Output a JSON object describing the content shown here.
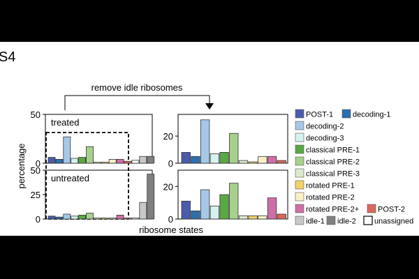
{
  "figure_label": "S4",
  "arrow_label": "remove idle ribosomes",
  "ylabel": "percentage",
  "xlabel": "ribosome states",
  "colors": {
    "POST-1": "#4a5cab",
    "decoding-1": "#2e6fad",
    "decoding-2": "#a6c8e8",
    "decoding-3": "#d4f2ee",
    "classical PRE-1": "#5aa844",
    "classical PRE-2": "#a6d08c",
    "classical PRE-3": "#dcebcd",
    "rotated PRE-1": "#f2d26a",
    "rotated PRE-2": "#fbf0c4",
    "rotated PRE-2+": "#cf6fa8",
    "POST-2": "#d9685a",
    "idle-1": "#c8c8c8",
    "idle-2": "#808080",
    "unassigned": "#ffffff"
  },
  "legend": [
    {
      "label": "POST-1",
      "key": "POST-1"
    },
    {
      "label": "decoding-1",
      "key": "decoding-1"
    },
    {
      "label": "decoding-2",
      "key": "decoding-2"
    },
    {
      "label": "decoding-3",
      "key": "decoding-3"
    },
    {
      "label": "classical PRE-1",
      "key": "classical PRE-1"
    },
    {
      "label": "classical PRE-2",
      "key": "classical PRE-2"
    },
    {
      "label": "classical PRE-3",
      "key": "classical PRE-3"
    },
    {
      "label": "rotated PRE-1",
      "key": "rotated PRE-1"
    },
    {
      "label": "rotated PRE-2",
      "key": "rotated PRE-2"
    },
    {
      "label": "rotated PRE-2+",
      "key": "rotated PRE-2+"
    },
    {
      "label": "POST-2",
      "key": "POST-2"
    },
    {
      "label": "idle-1",
      "key": "idle-1"
    },
    {
      "label": "idle-2",
      "key": "idle-2"
    },
    {
      "label": "unassigned",
      "key": "unassigned"
    }
  ],
  "chart_data": [
    {
      "type": "bar",
      "panel": "left-top",
      "label": "treated",
      "categories": [
        "POST-1",
        "decoding-1",
        "decoding-2",
        "decoding-3",
        "classical PRE-1",
        "classical PRE-2",
        "classical PRE-3",
        "rotated PRE-1",
        "rotated PRE-2",
        "rotated PRE-2+",
        "POST-2",
        "unassigned",
        "idle-1",
        "idle-2"
      ],
      "values": [
        6,
        4,
        27,
        5,
        6,
        17,
        1,
        1,
        4,
        4,
        2,
        3,
        7,
        7
      ],
      "ylim": [
        0,
        50
      ],
      "yticks": [
        "0",
        "50"
      ]
    },
    {
      "type": "bar",
      "panel": "left-bottom",
      "label": "untreated",
      "categories": [
        "POST-1",
        "decoding-1",
        "decoding-2",
        "decoding-3",
        "classical PRE-1",
        "classical PRE-2",
        "classical PRE-3",
        "rotated PRE-1",
        "rotated PRE-2",
        "rotated PRE-2+",
        "POST-2",
        "unassigned",
        "idle-1",
        "idle-2"
      ],
      "values": [
        3,
        2,
        5,
        3,
        4,
        6,
        1,
        1,
        1,
        4,
        1,
        1,
        17,
        46
      ],
      "ylim": [
        0,
        50
      ],
      "yticks": [
        "0",
        "25",
        "50"
      ]
    },
    {
      "type": "bar",
      "panel": "right-top",
      "categories": [
        "POST-1",
        "decoding-1",
        "decoding-2",
        "decoding-3",
        "classical PRE-1",
        "classical PRE-2",
        "classical PRE-3",
        "rotated PRE-1",
        "rotated PRE-2",
        "rotated PRE-2+",
        "POST-2"
      ],
      "values": [
        8,
        5,
        32,
        7,
        8,
        22,
        2,
        1,
        5,
        5,
        2
      ],
      "ylim": [
        0,
        36
      ],
      "yticks": [
        "0",
        "20"
      ]
    },
    {
      "type": "bar",
      "panel": "right-bottom",
      "categories": [
        "POST-1",
        "decoding-1",
        "decoding-2",
        "decoding-3",
        "classical PRE-1",
        "classical PRE-2",
        "classical PRE-3",
        "rotated PRE-1",
        "rotated PRE-2",
        "rotated PRE-2+",
        "POST-2"
      ],
      "values": [
        11,
        5,
        18,
        8,
        15,
        22,
        2,
        2,
        2,
        13,
        3
      ],
      "ylim": [
        0,
        30
      ],
      "yticks": [
        "0",
        "20"
      ]
    }
  ]
}
